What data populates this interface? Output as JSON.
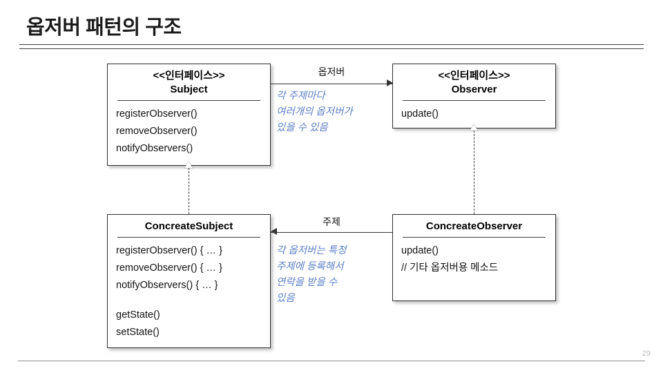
{
  "slide": {
    "title": "옵저버 패턴의 구조",
    "page_number": "29",
    "accent_color": "#5b7fc7",
    "line_color": "#333333"
  },
  "boxes": {
    "subject": {
      "stereotype": "<<인터페이스>>",
      "name": "Subject",
      "members": [
        "registerObserver()",
        "removeObserver()",
        "notifyObservers()"
      ]
    },
    "observer": {
      "stereotype": "<<인터페이스>>",
      "name": "Observer",
      "members": [
        "update()"
      ]
    },
    "concrete_subject": {
      "name": "ConcreateSubject",
      "members": [
        "registerObserver() { … }",
        "removeObserver() { … }",
        "notifyObservers() { … }",
        "",
        "getState()",
        "setState()"
      ]
    },
    "concrete_observer": {
      "name": "ConcreateObserver",
      "members": [
        "update()",
        "// 기타 옵저버용 메소드"
      ]
    }
  },
  "associations": {
    "top_label": "옵저버",
    "bottom_label": "주제"
  },
  "annotations": {
    "top": "각 주제마다\n여러개의 옵저버가\n있을 수 있음",
    "bottom": "각 옵저버는 특정\n주제에 등록해서\n연락을 받을 수\n있음"
  }
}
